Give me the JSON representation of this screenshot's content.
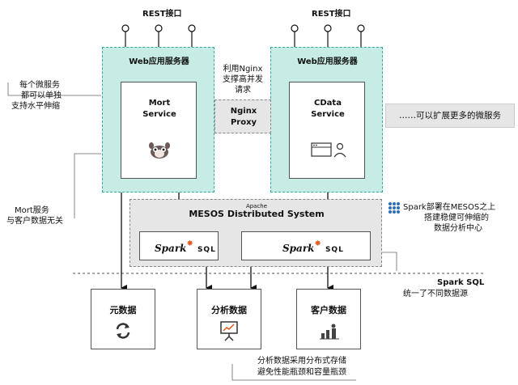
{
  "rest_left": "REST接口",
  "rest_right": "REST接口",
  "web_left": "Web应用服务器",
  "web_right": "Web应用服务器",
  "mort_service": [
    "Mort",
    "Service"
  ],
  "cdata_service": [
    "CData",
    "Service"
  ],
  "nginx_note": [
    "利用Nginx",
    "支撑高并发",
    "请求"
  ],
  "nginx_proxy": [
    "Nginx",
    "Proxy"
  ],
  "expand_note": "……可以扩展更多的微服务",
  "microservice_note": [
    "每个微服务",
    "都可以单独",
    "支持水平伸缩"
  ],
  "mort_note": [
    "Mort服务",
    "与客户数据无关"
  ],
  "mesos_apache": "Apache",
  "mesos_title": "MESOS Distributed System",
  "spark_word": "Spark",
  "sql_word": "SQL",
  "mesos_note": [
    "Spark部署在MESOS之上",
    "搭建稳健可伸缩的",
    "数据分析中心"
  ],
  "spark_sql_note": [
    "Spark SQL",
    "统一了不同数据源"
  ],
  "meta_data": "元数据",
  "analysis_data": "分析数据",
  "customer_data": "客户数据",
  "bottom_note": [
    "分析数据采用分布式存储",
    "避免性能瓶颈和容量瓶颈"
  ],
  "colors": {
    "teal_fill": "#c7ece6",
    "teal_border": "#3aa89a",
    "gray_fill": "#e6e6e6",
    "spark_orange": "#e25a1c",
    "mesos_blue": "#2d6db5"
  }
}
